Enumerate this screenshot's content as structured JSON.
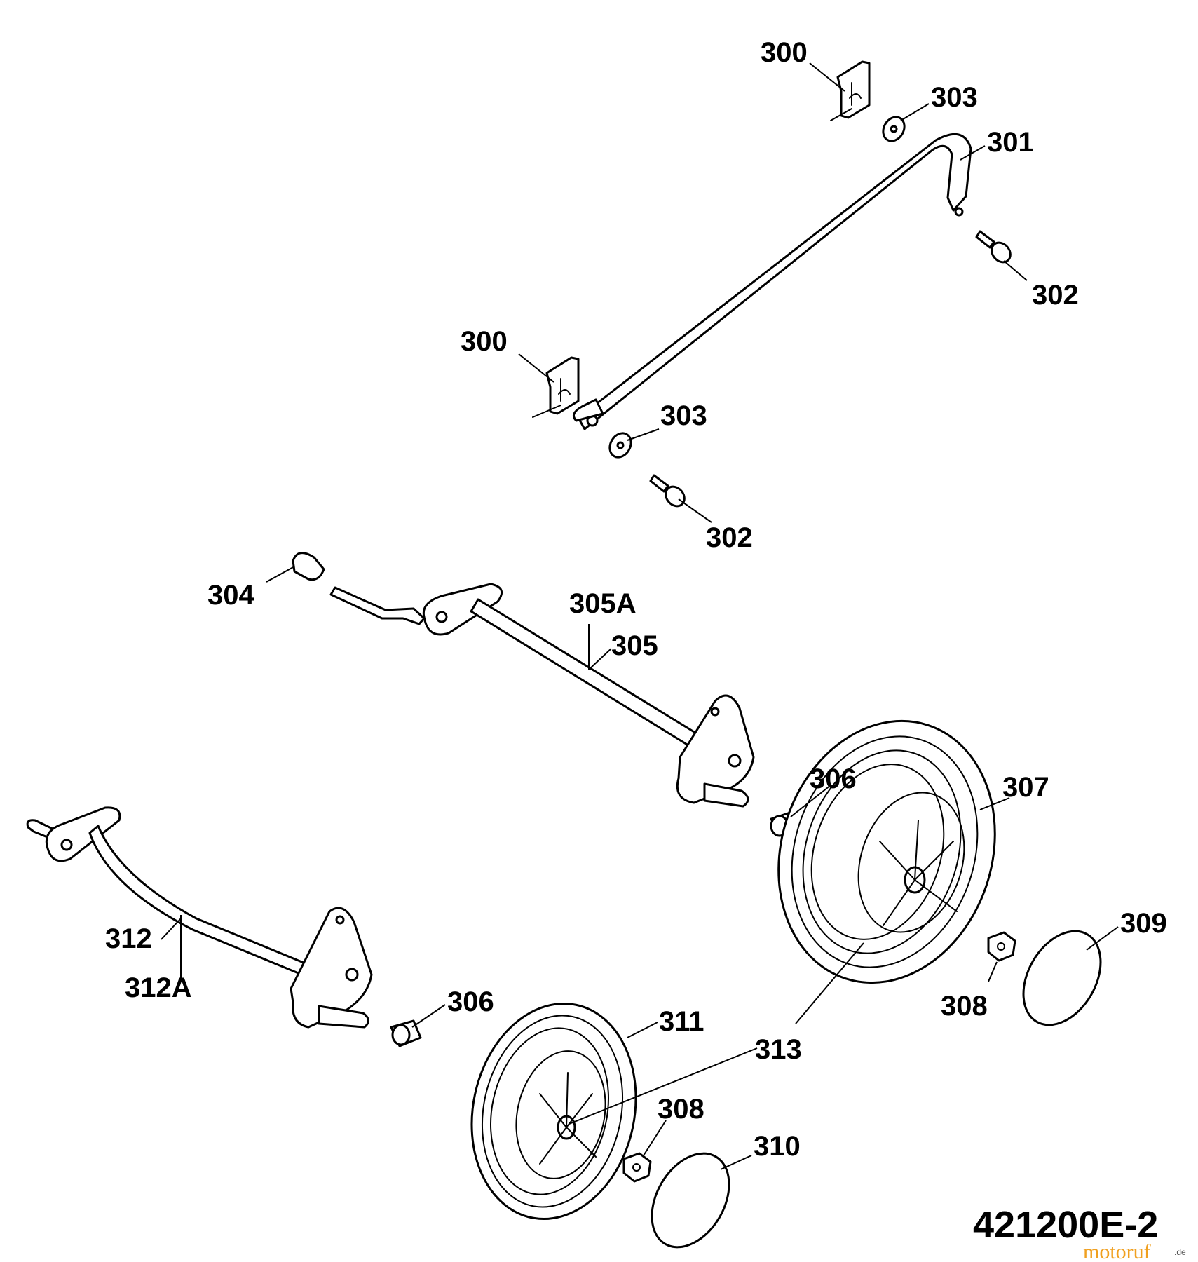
{
  "diagram": {
    "drawing_code": "421200E-2",
    "watermark": "motoruf",
    "watermark_suffix": ".de",
    "labels": {
      "p300_top": "300",
      "p303_top": "303",
      "p301": "301",
      "p302_top": "302",
      "p300_mid": "300",
      "p303_mid": "303",
      "p302_mid": "302",
      "p304": "304",
      "p305A": "305A",
      "p305": "305",
      "p306_right": "306",
      "p307": "307",
      "p312": "312",
      "p312A": "312A",
      "p306_left": "306",
      "p311": "311",
      "p313": "313",
      "p308_right": "308",
      "p309": "309",
      "p308_left": "308",
      "p310": "310"
    }
  }
}
